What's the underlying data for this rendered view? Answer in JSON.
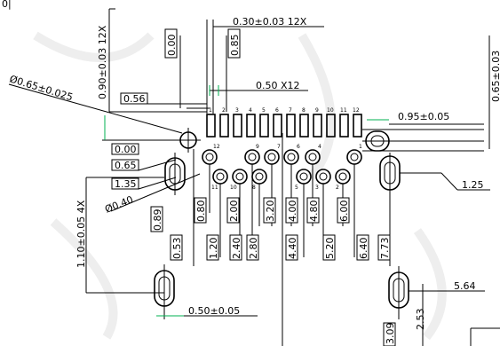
{
  "header_fragment": "0|",
  "dims": {
    "pad_pitch": "0.30±0.03  12X",
    "top_left_vert": "0.90±0.03  12X",
    "pad_width_12x": "0.50  X12",
    "hole_dia": "Ø0.65±0.025",
    "pad_len": "0.56",
    "right_top_vert": "0.65±0.03",
    "slot_w": "0.95±0.05",
    "origin": "0.00",
    "ref_065": "0.65",
    "ref_135": "1.35",
    "hole_small": "Ø0.40",
    "vert_pitch": "1.10±0.05  4X",
    "right_125": "1.25",
    "right_564": "5.64",
    "bottom_050": "0.50±0.05",
    "bottom_253": "2.53",
    "bottom_309": "3.09"
  },
  "vertical_labels": [
    "0.00",
    "0.85",
    "0.89",
    "0.53",
    "0.80",
    "1.20",
    "2.00",
    "2.40",
    "2.80",
    "3.20",
    "4.00",
    "4.40",
    "4.80",
    "5.20",
    "6.00",
    "6.40",
    "7.73"
  ],
  "pad_numbers": [
    "1",
    "2",
    "3",
    "4",
    "5",
    "6",
    "7",
    "8",
    "9",
    "10",
    "11",
    "12"
  ],
  "hole_numbers_top": [
    "12",
    "9",
    "7",
    "6",
    "4",
    "1"
  ],
  "hole_numbers_bottom": [
    "11",
    "10",
    "8",
    "5",
    "3",
    "2"
  ]
}
